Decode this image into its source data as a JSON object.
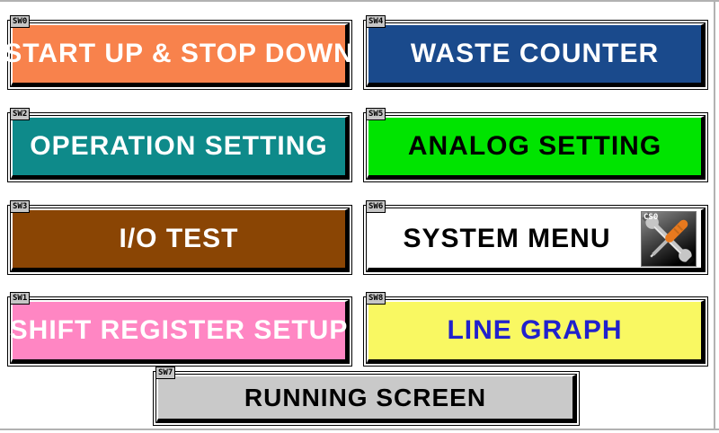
{
  "screen": {
    "background": "#ffffff",
    "edge_color": "#b2b2b2",
    "tag_bg": "#c6c6c6"
  },
  "buttons": [
    {
      "tag": "SW0",
      "label": "START UP & STOP DOWN",
      "bg": "#F8824C",
      "fg": "#ffffff"
    },
    {
      "tag": "SW4",
      "label": "WASTE COUNTER",
      "bg": "#1A4A8C",
      "fg": "#ffffff"
    },
    {
      "tag": "SW2",
      "label": "OPERATION SETTING",
      "bg": "#0E8A8A",
      "fg": "#ffffff"
    },
    {
      "tag": "SW5",
      "label": "ANALOG SETTING",
      "bg": "#00E400",
      "fg": "#000000"
    },
    {
      "tag": "SW3",
      "label": "I/O TEST",
      "bg": "#8A4504",
      "fg": "#ffffff"
    },
    {
      "tag": "SW6",
      "label": "SYSTEM MENU",
      "bg": "#ffffff",
      "fg": "#000000"
    },
    {
      "tag": "SW1",
      "label": "SHIFT REGISTER SETUP",
      "bg": "#FF86C3",
      "fg": "#ffffff"
    },
    {
      "tag": "SW8",
      "label": "LINE GRAPH",
      "bg": "#F9F862",
      "fg": "#2121CC"
    },
    {
      "tag": "SW7",
      "label": "RUNNING SCREEN",
      "bg": "#C9C9C9",
      "fg": "#000000"
    }
  ],
  "system_icon": {
    "tag": "CS0",
    "name": "crossed-wrench-and-screwdriver",
    "wrench_color": "#c6c6c6",
    "handle_color": "#E8791E"
  }
}
